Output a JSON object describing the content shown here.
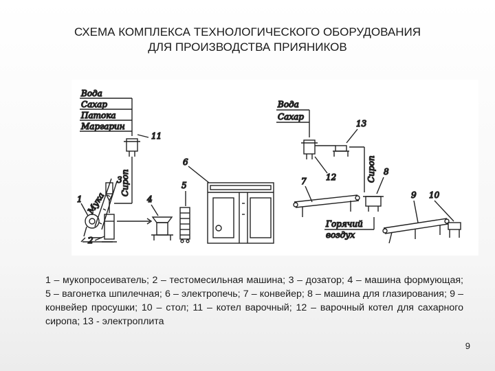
{
  "slide": {
    "title_line1": "СХЕМА КОМПЛЕКСА ТЕХНОЛОГИЧЕСКОГО ОБОРУДОВАНИЯ",
    "title_line2": "ДЛЯ ПРОИЗВОДСТВА ПРИЯНИКОВ",
    "caption": "1 – мукопросеиватель; 2 – тестомесильная машина; 3 – дозатор; 4 – машина формующая; 5 – вагонетка шпилечная; 6 – электропечь; 7 – конвейер; 8 – машина для глазирования; 9 – конвейер просушки; 10 – стол; 11 – котел варочный; 12 – варочный котел для сахарного сиропа; 13 - электроплита",
    "page_number": "9"
  },
  "diagram": {
    "inputs_left": [
      "Вода",
      "Сахар",
      "Патока",
      "Маргарин"
    ],
    "inputs_right": [
      "Вода",
      "Сахар"
    ],
    "flow_labels": {
      "flour": "Мука",
      "syrup_left": "Сироп",
      "syrup_right": "Сироп",
      "hot_air_line1": "Горячий",
      "hot_air_line2": "воздух"
    },
    "numbers": [
      "1",
      "2",
      "3",
      "4",
      "5",
      "6",
      "7",
      "8",
      "9",
      "10",
      "11",
      "12",
      "13"
    ]
  }
}
